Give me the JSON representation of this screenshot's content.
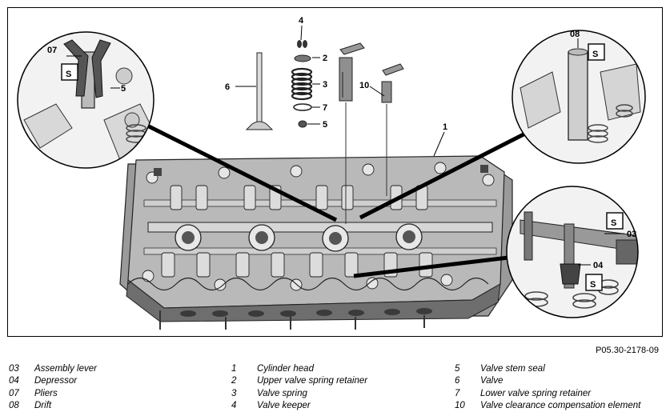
{
  "figure": {
    "reference_code": "P05.30-2178-09",
    "callouts": {
      "c4": "4",
      "c2": "2",
      "c3": "3",
      "c7": "7",
      "c5": "5",
      "c6": "6",
      "c10": "10",
      "c1": "1",
      "d07": "07",
      "d5": "5",
      "d08": "08",
      "d03": "03",
      "d04": "04"
    },
    "tool_symbol": "S"
  },
  "legend": {
    "col1": [
      {
        "num": "03",
        "label": "Assembly lever"
      },
      {
        "num": "04",
        "label": "Depressor"
      },
      {
        "num": "07",
        "label": "Pliers"
      },
      {
        "num": "08",
        "label": "Drift"
      }
    ],
    "col2": [
      {
        "num": "1",
        "label": "Cylinder head"
      },
      {
        "num": "2",
        "label": "Upper valve spring retainer"
      },
      {
        "num": "3",
        "label": "Valve spring"
      },
      {
        "num": "4",
        "label": "Valve keeper"
      }
    ],
    "col3": [
      {
        "num": "5",
        "label": "Valve stem seal"
      },
      {
        "num": "6",
        "label": "Valve"
      },
      {
        "num": "7",
        "label": "Lower valve spring retainer"
      },
      {
        "num": "10",
        "label": "Valve clearance compensation element"
      }
    ]
  }
}
